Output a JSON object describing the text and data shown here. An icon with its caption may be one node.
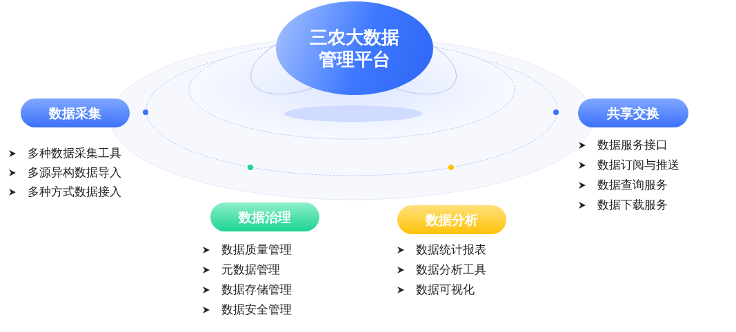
{
  "diagram": {
    "nodes": [
      {
        "text": [
          "三农大数据管理平台"
        ]
      },
      {
        "text": [
          "数据采集"
        ],
        "beside": [
          "多种数据采集工具",
          "多源异构数据导入",
          "多种方式数据接入"
        ]
      },
      {
        "text": [
          "共享交换"
        ],
        "beside": [
          "数据服务接口",
          "数据订阅与推送",
          "数据查询服务",
          "数据下载服务"
        ]
      },
      {
        "text": [
          "数据治理"
        ],
        "beside": [
          "数据质量管理",
          "元数据管理",
          "数据存储管理",
          "数据安全管理"
        ]
      },
      {
        "text": [
          "数据分析"
        ],
        "beside": [
          "数据统计报表",
          "数据分析工具",
          "数据可视化"
        ]
      }
    ]
  }
}
